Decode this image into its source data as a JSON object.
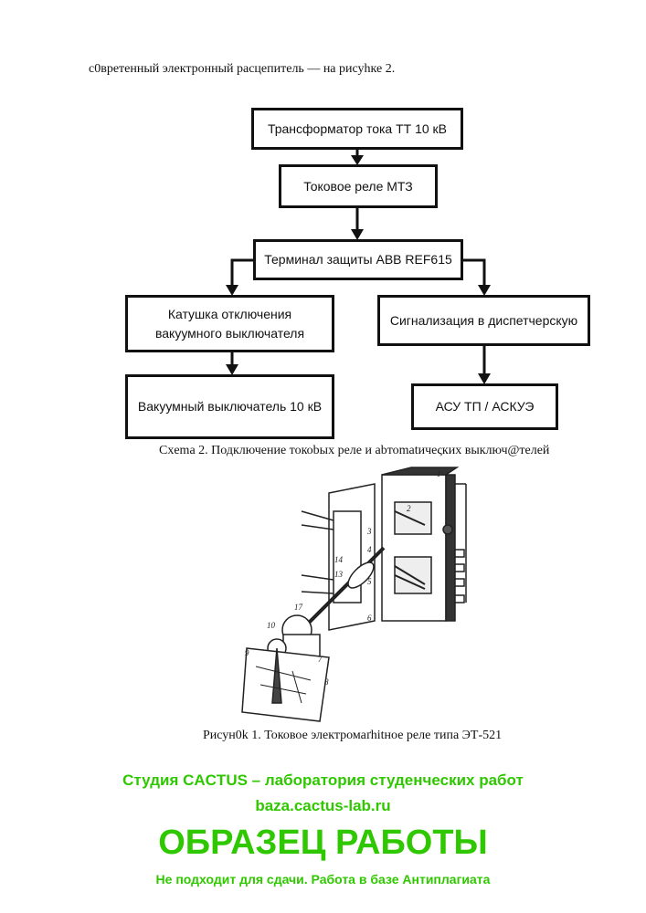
{
  "paragraph": "с0вретенный электронный расцепитель — на рисуhке 2.",
  "diagram": {
    "boxes": [
      "Трансформатор тока ТТ 10 кВ",
      "Токовое реле МТЗ",
      "Терминал защиты ABB REF615",
      "Катушка отключения вакуумного выключателя",
      "Сигнализация в диспетчерскую",
      "Вакуумный выключатель 10 кВ",
      "АСУ ТП / АСКУЭ"
    ],
    "caption": "Схema 2. Подключение токоbых реле и abтоmatичеςких выключ@телей"
  },
  "figure": {
    "caption": "Рисун0k 1. Токовое электромаґhitное реле типа ЭТ-521",
    "labels": [
      "1",
      "2",
      "3",
      "4",
      "5",
      "6",
      "7",
      "8",
      "9",
      "10",
      "13",
      "14",
      "17"
    ]
  },
  "watermark": {
    "line1": "Студия CACTUS – лаборатория студенческих работ",
    "line2": "baza.cactus-lab.ru",
    "line3": "ОБРАЗЕЦ РАБОТЫ",
    "line4": "Не подходит для сдачи. Работа в базе Антиплагиата",
    "color": "#2fc800"
  }
}
